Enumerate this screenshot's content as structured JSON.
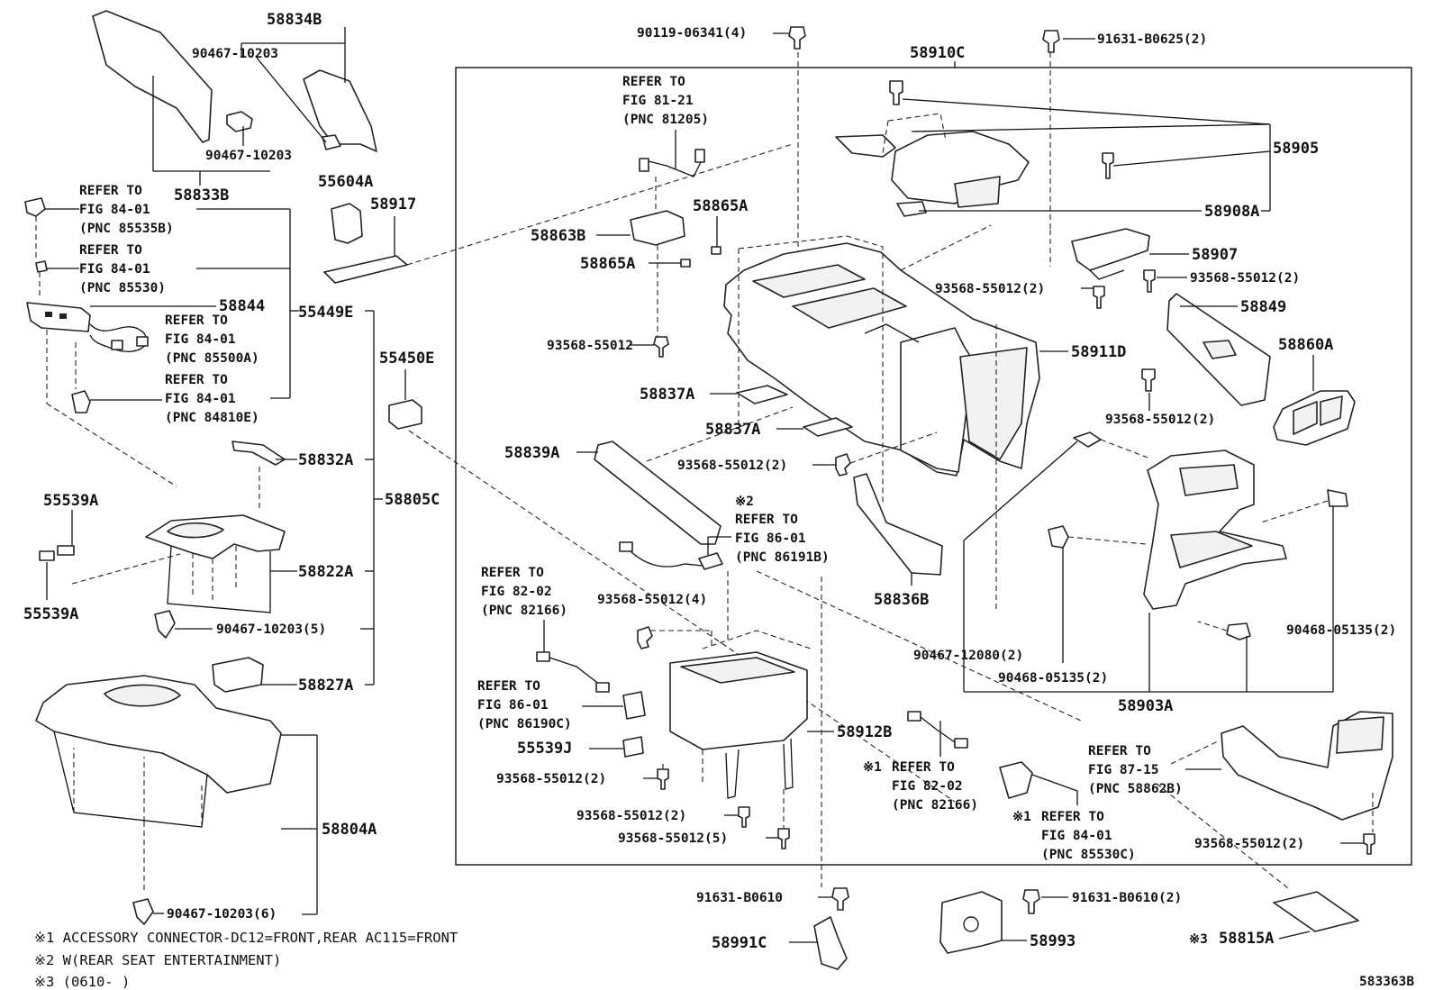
{
  "diagram_id": "583363B",
  "assembly_label": "58910C",
  "callouts": {
    "c58834B": "58834B",
    "c90467_10203_a": "90467-10203",
    "c90467_10203_b": "90467-10203",
    "c58833B": "58833B",
    "c55604A": "55604A",
    "c58917": "58917",
    "c58844": "58844",
    "c55449E": "55449E",
    "c55450E": "55450E",
    "c58832A": "58832A",
    "c55539A_1": "55539A",
    "c55539A_2": "55539A",
    "c58805C": "58805C",
    "c58822A": "58822A",
    "c90467_10203_5": "90467-10203(5)",
    "c58827A": "58827A",
    "c58804A": "58804A",
    "c90467_10203_6": "90467-10203(6)",
    "c90119_06341": "90119-06341(4)",
    "c91631_B0625": "91631-B0625(2)",
    "c58865A_1": "58865A",
    "c58863B": "58863B",
    "c58865A_2": "58865A",
    "c93568_a": "93568-55012",
    "c58905": "58905",
    "c58908A": "58908A",
    "c58907": "58907",
    "c93568_2a": "93568-55012(2)",
    "c93568_2b": "93568-55012(2)",
    "c58849": "58849",
    "c58911D": "58911D",
    "c58860A": "58860A",
    "c58837A_1": "58837A",
    "c58837A_2": "58837A",
    "c93568_2c": "93568-55012(2)",
    "c93568_2d": "93568-55012(2)",
    "c58839A": "58839A",
    "c93568_4": "93568-55012(4)",
    "c58836B": "58836B",
    "c90467_12080": "90467-12080(2)",
    "c90468_05135_a": "90468-05135(2)",
    "c90468_05135_b": "90468-05135(2)",
    "c58903A": "58903A",
    "c55539J": "55539J",
    "c58912B": "58912B",
    "c93568_2e": "93568-55012(2)",
    "c93568_2f": "93568-55012(2)",
    "c93568_5": "93568-55012(5)",
    "c93568_2g": "93568-55012(2)",
    "c91631_B0610": "91631-B0610",
    "c91631_B0610_2": "91631-B0610(2)",
    "c58991C": "58991C",
    "c58993": "58993",
    "c58815A": "58815A"
  },
  "refer_blocks": {
    "r1": [
      "REFER TO",
      "FIG 84-01",
      "(PNC 85535B)"
    ],
    "r2": [
      "REFER TO",
      "FIG 84-01",
      "(PNC 85530)"
    ],
    "r3": [
      "REFER TO",
      "FIG 84-01",
      "(PNC 85500A)"
    ],
    "r4": [
      "REFER TO",
      "FIG 84-01",
      "(PNC 84810E)"
    ],
    "r5": [
      "REFER TO",
      "FIG 81-21",
      "(PNC 81205)"
    ],
    "r6": [
      "REFER TO",
      "FIG 86-01",
      "(PNC 86191B)"
    ],
    "r7": [
      "REFER TO",
      "FIG 82-02",
      "(PNC 82166)"
    ],
    "r8": [
      "REFER TO",
      "FIG 86-01",
      "(PNC 86190C)"
    ],
    "r9": [
      "REFER TO",
      "FIG 82-02",
      "(PNC 82166)"
    ],
    "r10": [
      "REFER TO",
      "FIG 84-01",
      "(PNC 85530C)"
    ],
    "r11": [
      "REFER TO",
      "FIG 87-15",
      "(PNC 58862B)"
    ]
  },
  "marks": {
    "m1": "※1",
    "m2": "※1",
    "m3": "※2",
    "m4": "※3"
  },
  "footnotes": [
    "※1 ACCESSORY CONNECTOR-DC12=FRONT,REAR AC115=FRONT",
    "※2 W(REAR SEAT ENTERTAINMENT)",
    "※3 (0610-     )"
  ]
}
